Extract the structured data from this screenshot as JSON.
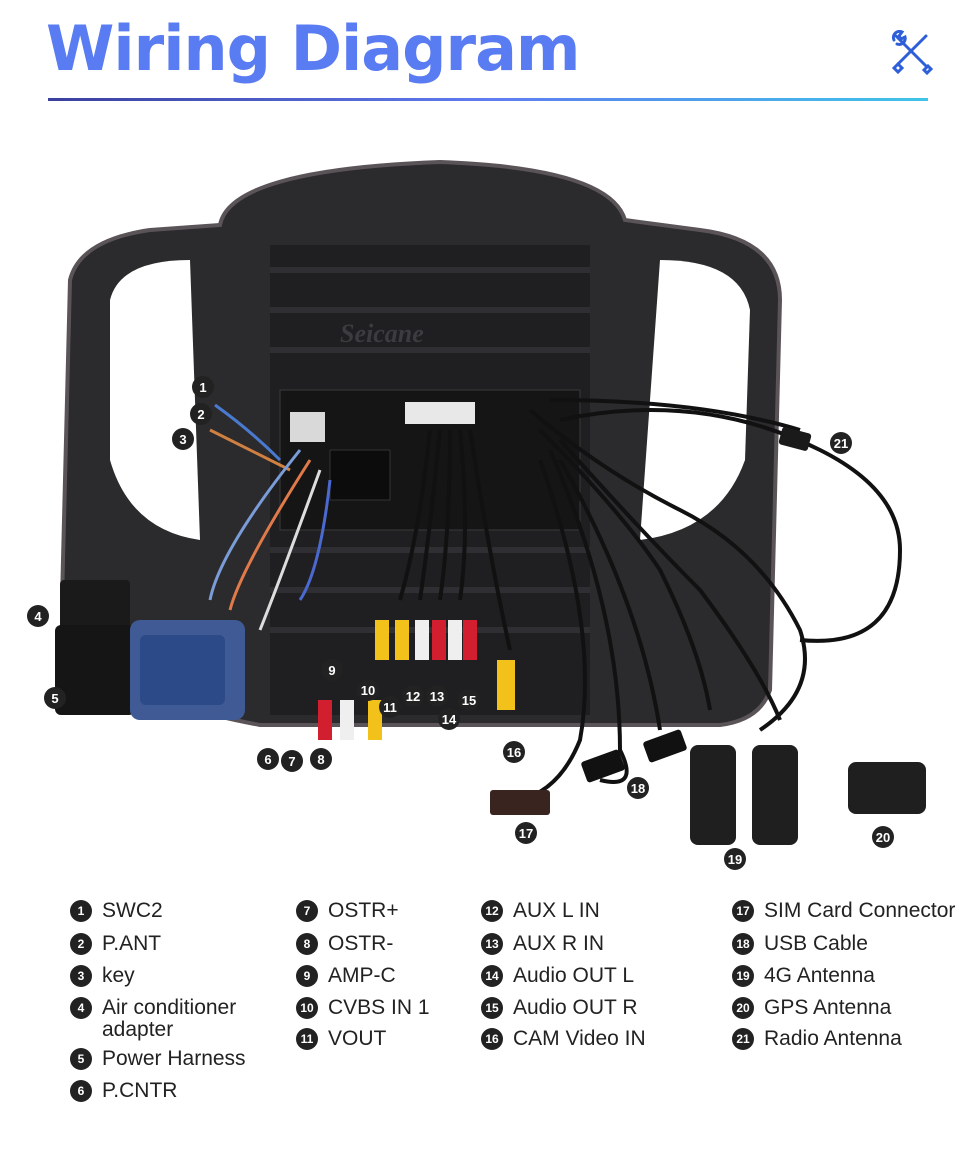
{
  "title": "Wiring Diagram",
  "brand_watermark": "Seicane",
  "icons": {
    "header": "tools-icon"
  },
  "colors": {
    "title": "#5a7cf2",
    "rule_start": "#3b3f9e",
    "rule_end": "#3fc4e8",
    "callout": "#222222"
  },
  "callouts": [
    "1",
    "2",
    "3",
    "4",
    "5",
    "6",
    "7",
    "8",
    "9",
    "10",
    "11",
    "12",
    "13",
    "14",
    "15",
    "16",
    "17",
    "18",
    "19",
    "20",
    "21"
  ],
  "legend": [
    {
      "num": "1",
      "label": "SWC2"
    },
    {
      "num": "2",
      "label": "P.ANT"
    },
    {
      "num": "3",
      "label": "key"
    },
    {
      "num": "4",
      "label": "Air conditioner\nadapter"
    },
    {
      "num": "5",
      "label": "Power Harness"
    },
    {
      "num": "6",
      "label": "P.CNTR"
    },
    {
      "num": "7",
      "label": "OSTR+"
    },
    {
      "num": "8",
      "label": "OSTR-"
    },
    {
      "num": "9",
      "label": "AMP-C"
    },
    {
      "num": "10",
      "label": "CVBS IN 1"
    },
    {
      "num": "11",
      "label": "VOUT"
    },
    {
      "num": "12",
      "label": "AUX L IN"
    },
    {
      "num": "13",
      "label": "AUX R IN"
    },
    {
      "num": "14",
      "label": "Audio OUT L"
    },
    {
      "num": "15",
      "label": "Audio OUT R"
    },
    {
      "num": "16",
      "label": "CAM Video IN"
    },
    {
      "num": "17",
      "label": "SIM Card Connector"
    },
    {
      "num": "18",
      "label": "USB Cable"
    },
    {
      "num": "19",
      "label": "4G Antenna"
    },
    {
      "num": "20",
      "label": "GPS Antenna"
    },
    {
      "num": "21",
      "label": "Radio Antenna"
    }
  ]
}
